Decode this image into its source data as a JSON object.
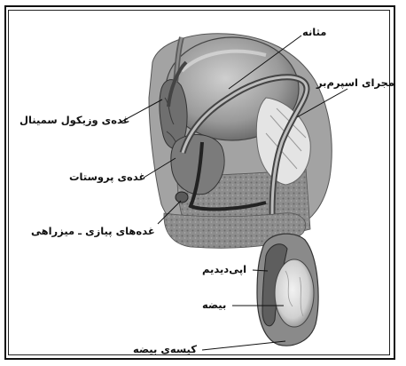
{
  "labels": {
    "bladder": "مثانه",
    "vas_deferens": "مجرای اسپرم‌بر",
    "seminal_vesicle": "غده‌ی وزیکول سمینال",
    "prostate": "غده‌ی پروستات",
    "bulbourethral": "غده‌های پیازی ـ میزراهی",
    "epididymis": "اپی‌دیدیم",
    "testis": "بیضه",
    "scrotum": "کیسه‌ی بیضه"
  }
}
